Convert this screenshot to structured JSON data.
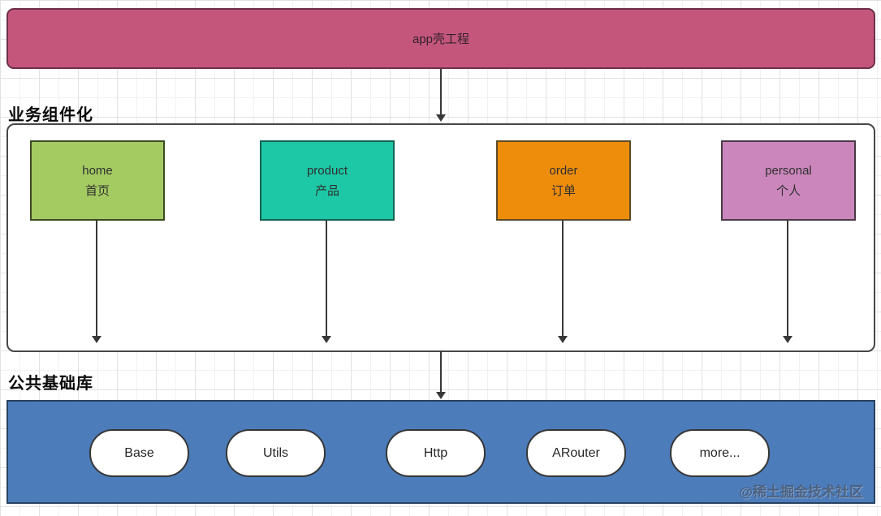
{
  "diagram": {
    "title_banner": {
      "label": "app壳工程",
      "bg": "#c4567c",
      "border": "#6e2f49"
    },
    "business_section": {
      "title": "业务组件化",
      "modules": [
        {
          "label_en": "home",
          "label_zh": "首页",
          "bg": "#a4ca62",
          "border": "#3c4a22"
        },
        {
          "label_en": "product",
          "label_zh": "产品",
          "bg": "#1dc8a6",
          "border": "#146152"
        },
        {
          "label_en": "order",
          "label_zh": "订单",
          "bg": "#ee8d0c",
          "border": "#5d4a26"
        },
        {
          "label_en": "personal",
          "label_zh": "个人",
          "bg": "#cb87bc",
          "border": "#4a3a46"
        }
      ]
    },
    "base_section": {
      "title": "公共基础库",
      "bar_bg": "#4c7cba",
      "bar_border": "#28425f",
      "libraries": [
        {
          "label": "Base"
        },
        {
          "label": "Utils"
        },
        {
          "label": "Http"
        },
        {
          "label": "ARouter"
        },
        {
          "label": "more..."
        }
      ]
    },
    "connections": [
      {
        "from": "app壳工程",
        "to": "业务组件化面板"
      },
      {
        "from": "home",
        "to": "业务组件化面板底部"
      },
      {
        "from": "product",
        "to": "业务组件化面板底部"
      },
      {
        "from": "order",
        "to": "业务组件化面板底部"
      },
      {
        "from": "personal",
        "to": "业务组件化面板底部"
      },
      {
        "from": "业务组件化面板",
        "to": "公共基础库"
      }
    ],
    "watermark": "@稀土掘金技术社区"
  }
}
